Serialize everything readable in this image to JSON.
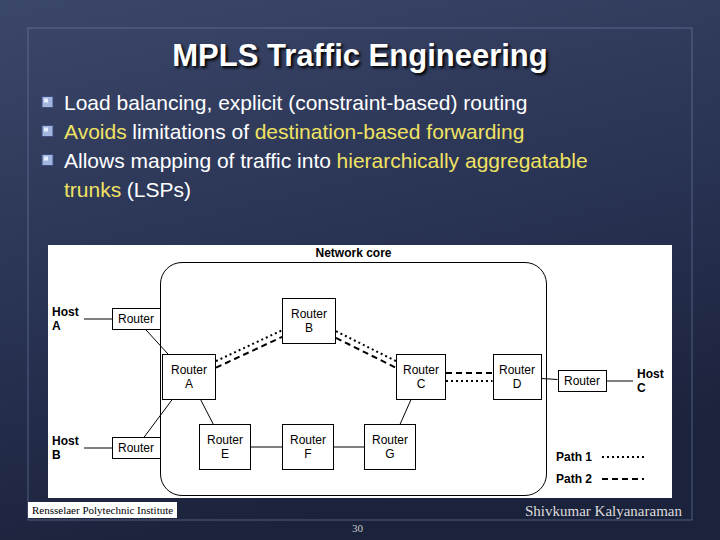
{
  "diagram": {
    "title": "MPLS Traffic Engineering",
    "nodes": [
      {
        "text": [
          "Network core"
        ]
      },
      {
        "text": [
          "Router"
        ]
      },
      {
        "text": [
          "Router B"
        ],
        "in": 0
      },
      {
        "text": [
          "Router A"
        ],
        "in": 0
      },
      {
        "text": [
          "Router C"
        ],
        "in": 0
      },
      {
        "text": [
          "Router D"
        ],
        "in": 0
      },
      {
        "text": [
          "Router"
        ]
      },
      {
        "text": [
          "Router"
        ]
      },
      {
        "text": [
          "Router E"
        ],
        "in": 0
      },
      {
        "text": [
          "Router F"
        ],
        "in": 0
      },
      {
        "text": [
          "Router G"
        ],
        "in": 0
      }
    ],
    "edges": [
      {
        "from": 1,
        "to": 3,
        "arrow": "none"
      },
      {
        "from": 7,
        "to": 3,
        "arrow": "none"
      },
      {
        "from": 3,
        "to": 2,
        "arrow": "none"
      },
      {
        "from": 3,
        "to": 2,
        "arrow": "none"
      },
      {
        "from": 2,
        "to": 4,
        "arrow": "none"
      },
      {
        "from": 2,
        "to": 4,
        "arrow": "none"
      },
      {
        "from": 4,
        "to": 5,
        "arrow": "none"
      },
      {
        "from": 4,
        "to": 5,
        "arrow": "none"
      },
      {
        "from": 5,
        "to": 6,
        "arrow": "none"
      },
      {
        "from": 3,
        "to": 8,
        "arrow": "none"
      },
      {
        "from": 8,
        "to": 9,
        "arrow": "none"
      },
      {
        "from": 9,
        "to": 10,
        "arrow": "none"
      },
      {
        "from": 10,
        "to": 4,
        "arrow": "none"
      }
    ],
    "labels": [
      "Load balancing, explicit (constraint-based) routing",
      "Avoids",
      "limitations of",
      "destination-based forwarding",
      "Allows mapping of traffic into",
      "hierarchically aggregatable trunks",
      "(LSPs)",
      "Host A",
      "Host B",
      "Host C",
      "Rensselaer Polytechnic Institute",
      "Shivkumar Kalyanaraman",
      "30"
    ],
    "legend": [
      {
        "text": "Path 1"
      },
      {
        "text": "Path 2"
      }
    ]
  }
}
